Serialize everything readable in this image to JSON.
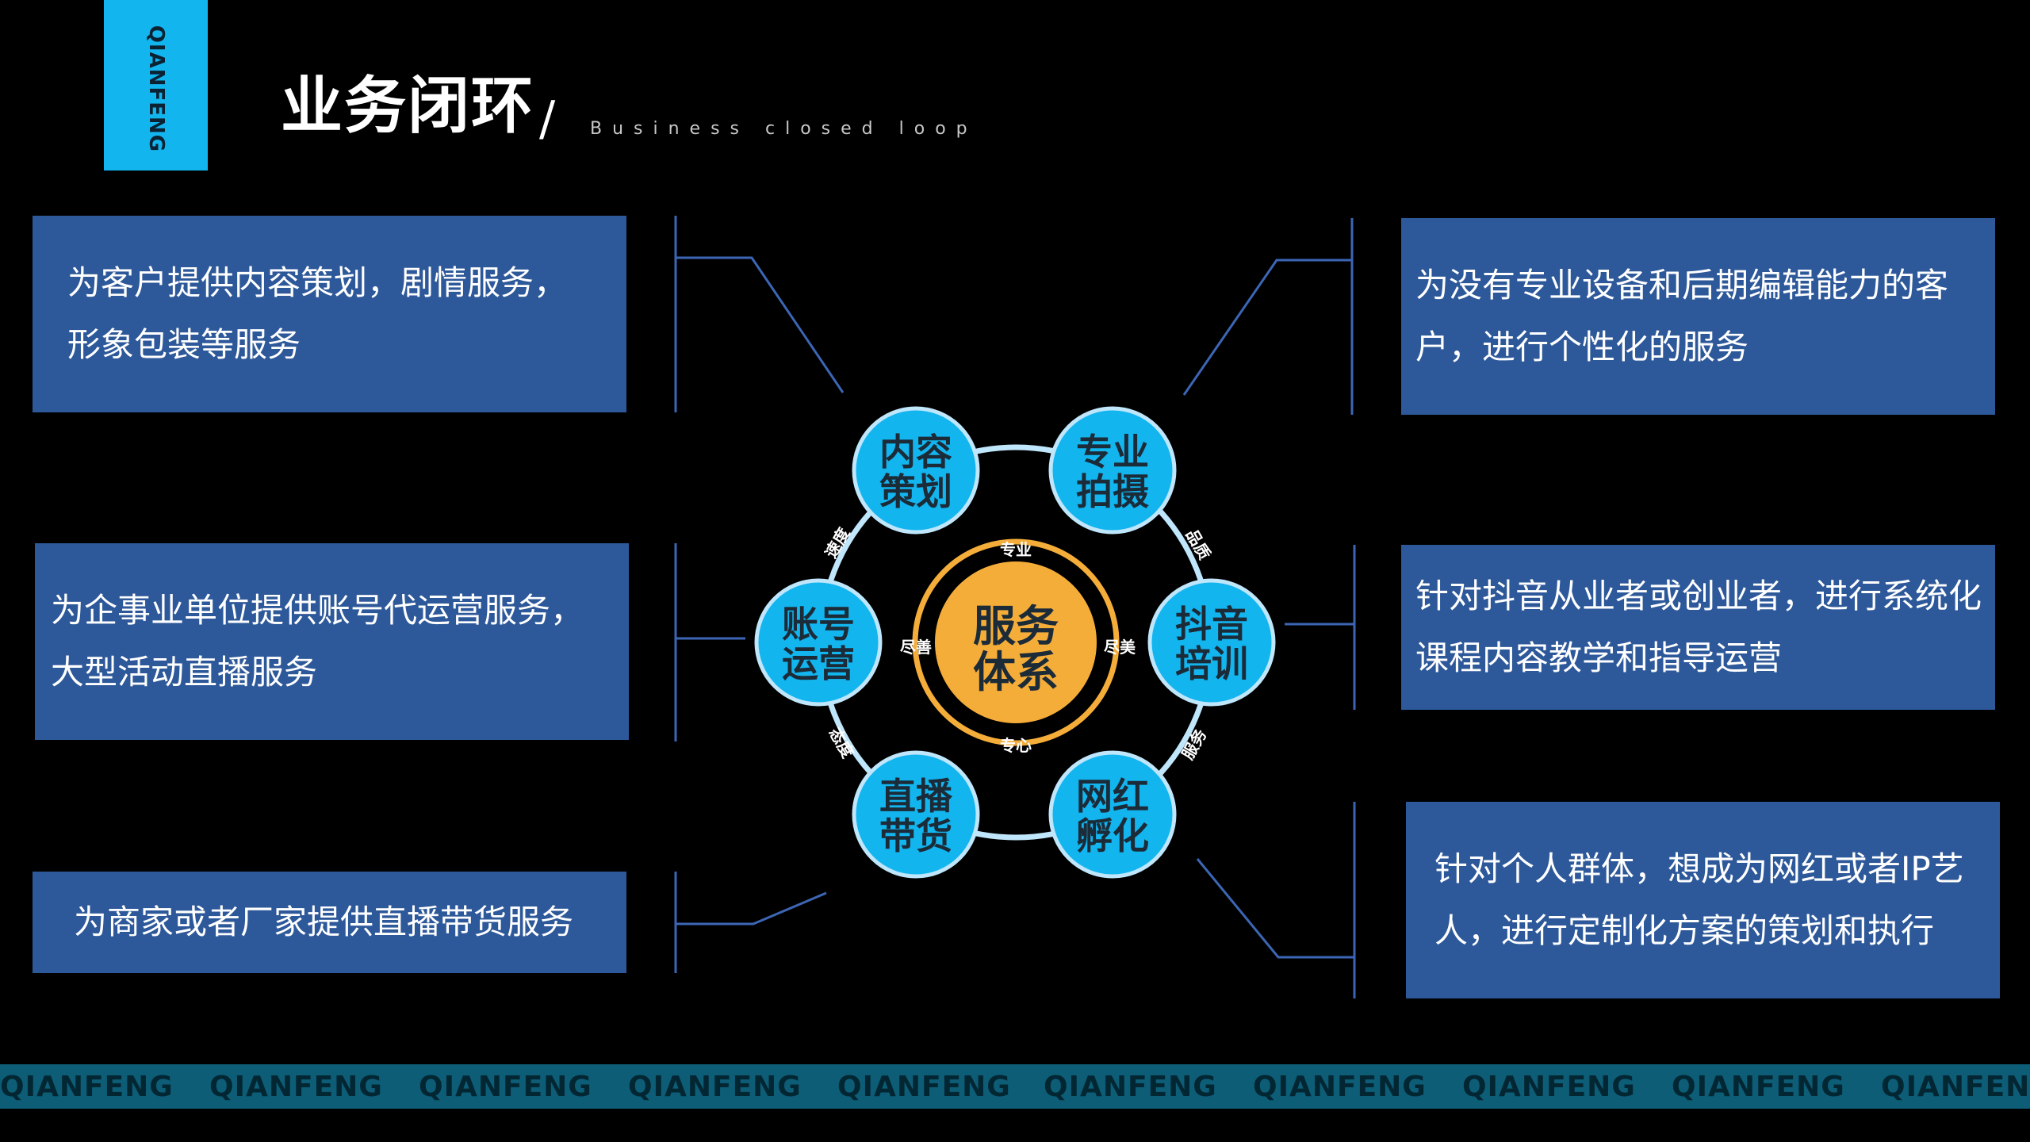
{
  "brand": {
    "logo_text": "QIANFENG",
    "colors": {
      "accent": "#13b5ef",
      "box": "#2d5899",
      "node": "#13b5ef",
      "center": "#f5ad3a",
      "line": "#3c66b5"
    }
  },
  "header": {
    "title": "业务闭环",
    "slash": "/",
    "subtitle": "Business closed loop"
  },
  "left_boxes": [
    {
      "line1": "为客户提供内容策划，剧情服务，",
      "line2": "形象包装等服务"
    },
    {
      "line1": "为企事业单位提供账号代运营服务，",
      "line2": "大型活动直播服务"
    },
    {
      "line1": "为商家或者厂家提供直播带货服务"
    }
  ],
  "right_boxes": [
    {
      "line1": "为没有专业设备和后期编辑能力的客",
      "line2": "户，进行个性化的服务"
    },
    {
      "line1": "针对抖音从业者或创业者，进行系统化",
      "line2": "课程内容教学和指导运营"
    },
    {
      "line1": "针对个人群体，想成为网红或者IP艺",
      "line2": "人，进行定制化方案的策划和执行"
    }
  ],
  "diagram": {
    "center": {
      "line1": "服务",
      "line2": "体系"
    },
    "nodes": [
      {
        "key": "content",
        "line1": "内容",
        "line2": "策划"
      },
      {
        "key": "shoot",
        "line1": "专业",
        "line2": "拍摄"
      },
      {
        "key": "train",
        "line1": "抖音",
        "line2": "培训"
      },
      {
        "key": "incubate",
        "line1": "网红",
        "line2": "孵化"
      },
      {
        "key": "live",
        "line1": "直播",
        "line2": "带货"
      },
      {
        "key": "account",
        "line1": "账号",
        "line2": "运营"
      }
    ],
    "ring_labels": [
      "速度",
      "品质",
      "服务",
      "态度"
    ],
    "inner_labels": [
      "专业",
      "尽美",
      "专心",
      "尽善"
    ]
  },
  "footer_band": {
    "repeat_text": "QIANFENG"
  }
}
